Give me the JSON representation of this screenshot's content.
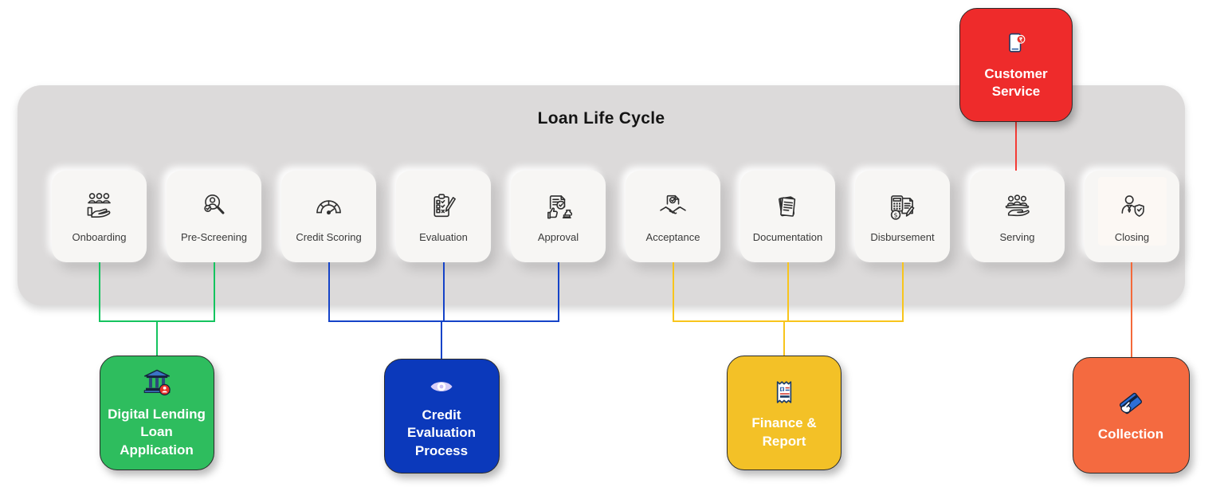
{
  "panel": {
    "title": "Loan Life Cycle",
    "background": "#dcdada",
    "card_background": "#f7f6f4"
  },
  "stages": [
    {
      "label": "Onboarding",
      "icon": "team-in-hand-icon"
    },
    {
      "label": "Pre-Screening",
      "icon": "magnifier-person-icon"
    },
    {
      "label": "Credit Scoring",
      "icon": "gauge-icon"
    },
    {
      "label": "Evaluation",
      "icon": "checklist-pencil-icon"
    },
    {
      "label": "Approval",
      "icon": "approved-document-stamp-icon"
    },
    {
      "label": "Acceptance",
      "icon": "handshake-document-icon"
    },
    {
      "label": "Documentation",
      "icon": "papers-stack-icon"
    },
    {
      "label": "Disbursement",
      "icon": "calculator-money-document-icon"
    },
    {
      "label": "Serving",
      "icon": "people-on-hand-icon"
    },
    {
      "label": "Closing",
      "icon": "person-shield-icon"
    }
  ],
  "groups": {
    "customer_service": {
      "label": "Customer Service",
      "color": "#ee2b2b",
      "icon": "phone-rupee-icon"
    },
    "digital_lending": {
      "label": "Digital Lending Loan Application",
      "color": "#2ebd5e",
      "icon": "bank-user-icon"
    },
    "credit_evaluation": {
      "label": "Credit Evaluation Process",
      "color": "#0b39bb",
      "icon": "eye-icon"
    },
    "finance_report": {
      "label": "Finance & Report",
      "color": "#f3c127",
      "icon": "receipt-icon"
    },
    "collection": {
      "label": "Collection",
      "color": "#f46a40",
      "icon": "card-hand-icon"
    }
  },
  "connectors": {
    "green": "#14c45f",
    "blue": "#1543c8",
    "yellow": "#f8c51c",
    "red": "#f43b35",
    "orange": "#f4693a"
  }
}
